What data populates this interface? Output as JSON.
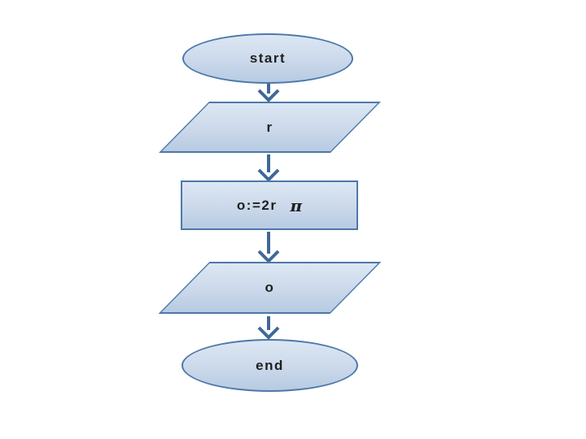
{
  "diagram": {
    "type": "flowchart",
    "colors": {
      "fill_top": "#dce7f3",
      "fill_bottom": "#b7cbe2",
      "border": "#4d78ab",
      "arrow": "#3f6898",
      "text": "#1f1f1f",
      "background": "#ffffff"
    },
    "nodes": {
      "start": {
        "type": "terminator-ellipse",
        "label": "start"
      },
      "input_r": {
        "type": "data-parallelogram",
        "label": "r"
      },
      "process": {
        "type": "process-rectangle",
        "label": "o:=2r",
        "symbol": "π"
      },
      "output_o": {
        "type": "data-parallelogram",
        "label": "o"
      },
      "end": {
        "type": "terminator-ellipse",
        "label": "end"
      }
    },
    "connectors": [
      {
        "from": "start",
        "to": "input_r",
        "direction": "down"
      },
      {
        "from": "input_r",
        "to": "process",
        "direction": "down"
      },
      {
        "from": "process",
        "to": "output_o",
        "direction": "down"
      },
      {
        "from": "output_o",
        "to": "end",
        "direction": "down"
      }
    ]
  }
}
